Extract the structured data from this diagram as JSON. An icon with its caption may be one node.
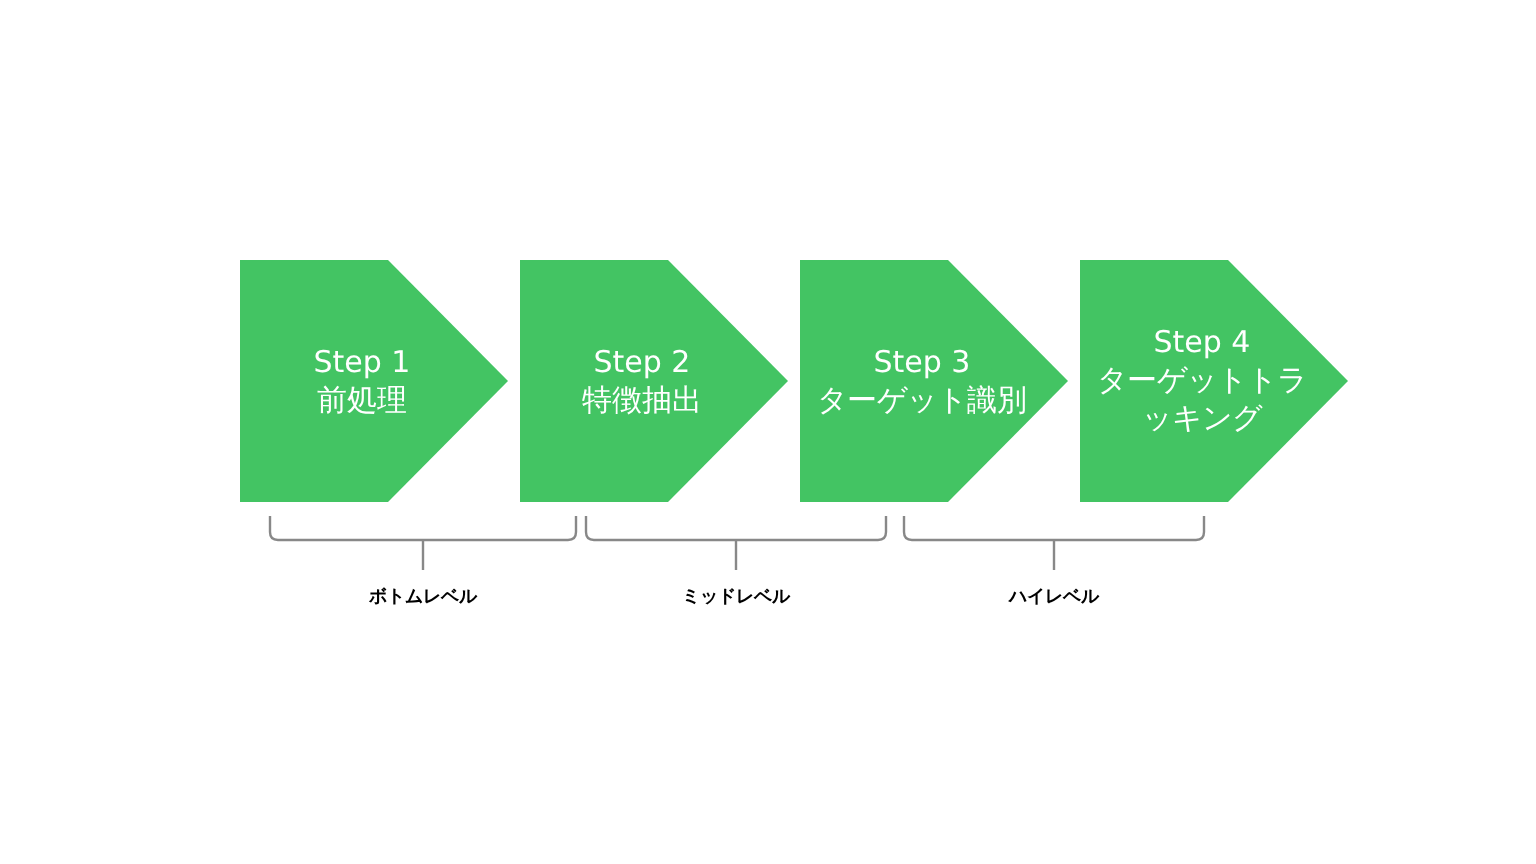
{
  "diagram": {
    "nodes": [
      {
        "text": [
          "Step 1",
          "前処理"
        ]
      },
      {
        "text": [
          "Step 2",
          "特徴抽出"
        ]
      },
      {
        "text": [
          "Step 3",
          "ターゲット識別"
        ]
      },
      {
        "text": [
          "Step 4",
          "ターゲットトラッキング"
        ]
      }
    ],
    "labels": [
      "ボトムレベル",
      "ミッドレベル",
      "ハイレベル"
    ]
  }
}
